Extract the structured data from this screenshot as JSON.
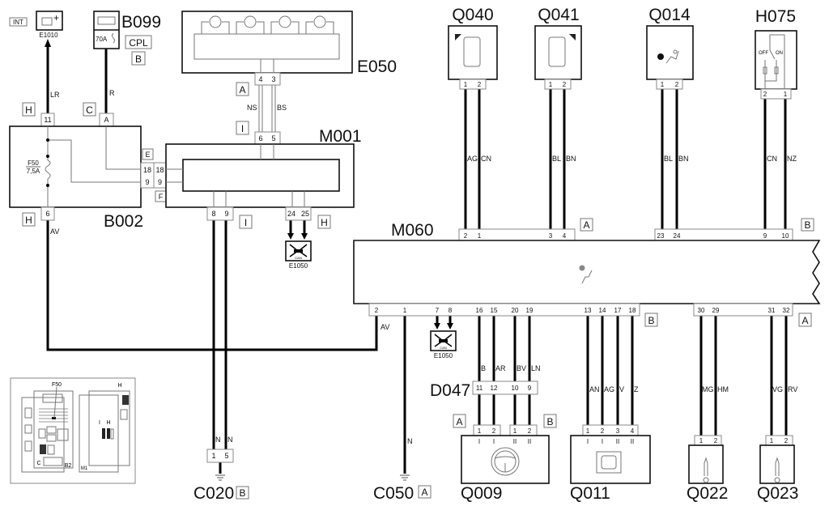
{
  "components": {
    "int": "INT",
    "e1010": "E1010",
    "b099": {
      "name": "B099",
      "fuse": "70A",
      "cpl": "CPL",
      "tag": "B"
    },
    "b002": {
      "name": "B002",
      "fuse_name": "F50",
      "fuse_rating": "7,5A",
      "pin_top_left": "11",
      "pin_top_right": "A",
      "pin_bottom": "6",
      "tag_top_left": "H",
      "tag_top_right": "C",
      "tag_bottom": "H",
      "tag_e": "E",
      "tag_f": "F"
    },
    "m001": {
      "name": "M001",
      "pins_left": [
        "18",
        "9"
      ],
      "pins_right": [
        "18",
        "9"
      ],
      "pins_top": [
        "6",
        "5"
      ],
      "pins_bottom_a": [
        "8",
        "9"
      ],
      "pins_bottom_b": [
        "24",
        "25"
      ],
      "tag_top": "I",
      "tag_bottom_a": "I",
      "tag_bottom_b": "H"
    },
    "e050": {
      "name": "E050",
      "pins": [
        "4",
        "3"
      ],
      "tag": "A"
    },
    "e1050_a": {
      "name": "E1050",
      "can": "CAN"
    },
    "e1050_b": {
      "name": "E1050",
      "can": "CAN"
    },
    "m060": {
      "name": "M060",
      "top_a": [
        "2",
        "1",
        "3",
        "4"
      ],
      "top_a_tag": "A",
      "top_b": [
        "23",
        "24",
        "9",
        "10"
      ],
      "top_b_tag": "B",
      "bottom_b": [
        "2",
        "1",
        "7",
        "8",
        "16",
        "15",
        "20",
        "19",
        "13",
        "14",
        "17",
        "18"
      ],
      "bottom_b_tag": "B",
      "bottom_a": [
        "30",
        "29",
        "31",
        "32"
      ],
      "bottom_a_tag": "A"
    },
    "q040": {
      "name": "Q040",
      "pins": [
        "1",
        "2"
      ]
    },
    "q041": {
      "name": "Q041",
      "pins": [
        "1",
        "2"
      ]
    },
    "q014": {
      "name": "Q014",
      "pins": [
        "1",
        "2"
      ]
    },
    "h075": {
      "name": "H075",
      "pins": [
        "2",
        "1"
      ],
      "off": "OFF",
      "on": "ON"
    },
    "d047": {
      "name": "D047",
      "pins": [
        "11",
        "12",
        "10",
        "9"
      ]
    },
    "q009": {
      "name": "Q009",
      "pins": [
        "1",
        "2",
        "1",
        "2"
      ],
      "roman": [
        "I",
        "I",
        "II",
        "II"
      ],
      "tag_a": "A",
      "tag_b": "B"
    },
    "q011": {
      "name": "Q011",
      "pins": [
        "1",
        "2",
        "3",
        "4"
      ],
      "roman": [
        "I",
        "I",
        "II",
        "II"
      ]
    },
    "q022": {
      "name": "Q022",
      "pins": [
        "1",
        "2"
      ]
    },
    "q023": {
      "name": "Q023",
      "pins": [
        "1",
        "2"
      ]
    },
    "c020": {
      "name": "C020",
      "pins": [
        "1",
        "5"
      ],
      "tag": "B"
    },
    "c050": {
      "name": "C050",
      "tag": "A"
    }
  },
  "wires": {
    "lr": "LR",
    "r": "R",
    "ns": "NS",
    "bs": "BS",
    "av1": "AV",
    "av2": "AV",
    "q040": [
      "AG",
      "CN"
    ],
    "q041": [
      "BL",
      "BN"
    ],
    "q014": [
      "BL",
      "BN"
    ],
    "h075": [
      "CN",
      "NZ"
    ],
    "d047": [
      "B",
      "AR",
      "BV",
      "LN"
    ],
    "q011": [
      "AN",
      "AG",
      "V",
      "Z"
    ],
    "q022": [
      "MG",
      "HM"
    ],
    "q023": [
      "VG",
      "RV"
    ],
    "c020": [
      "N",
      "N"
    ],
    "c050": "N"
  },
  "inset": {
    "f50": "F50",
    "h1": "H",
    "i": "I",
    "h2": "H",
    "c": "C",
    "b2": "B2",
    "m1": "M1"
  }
}
